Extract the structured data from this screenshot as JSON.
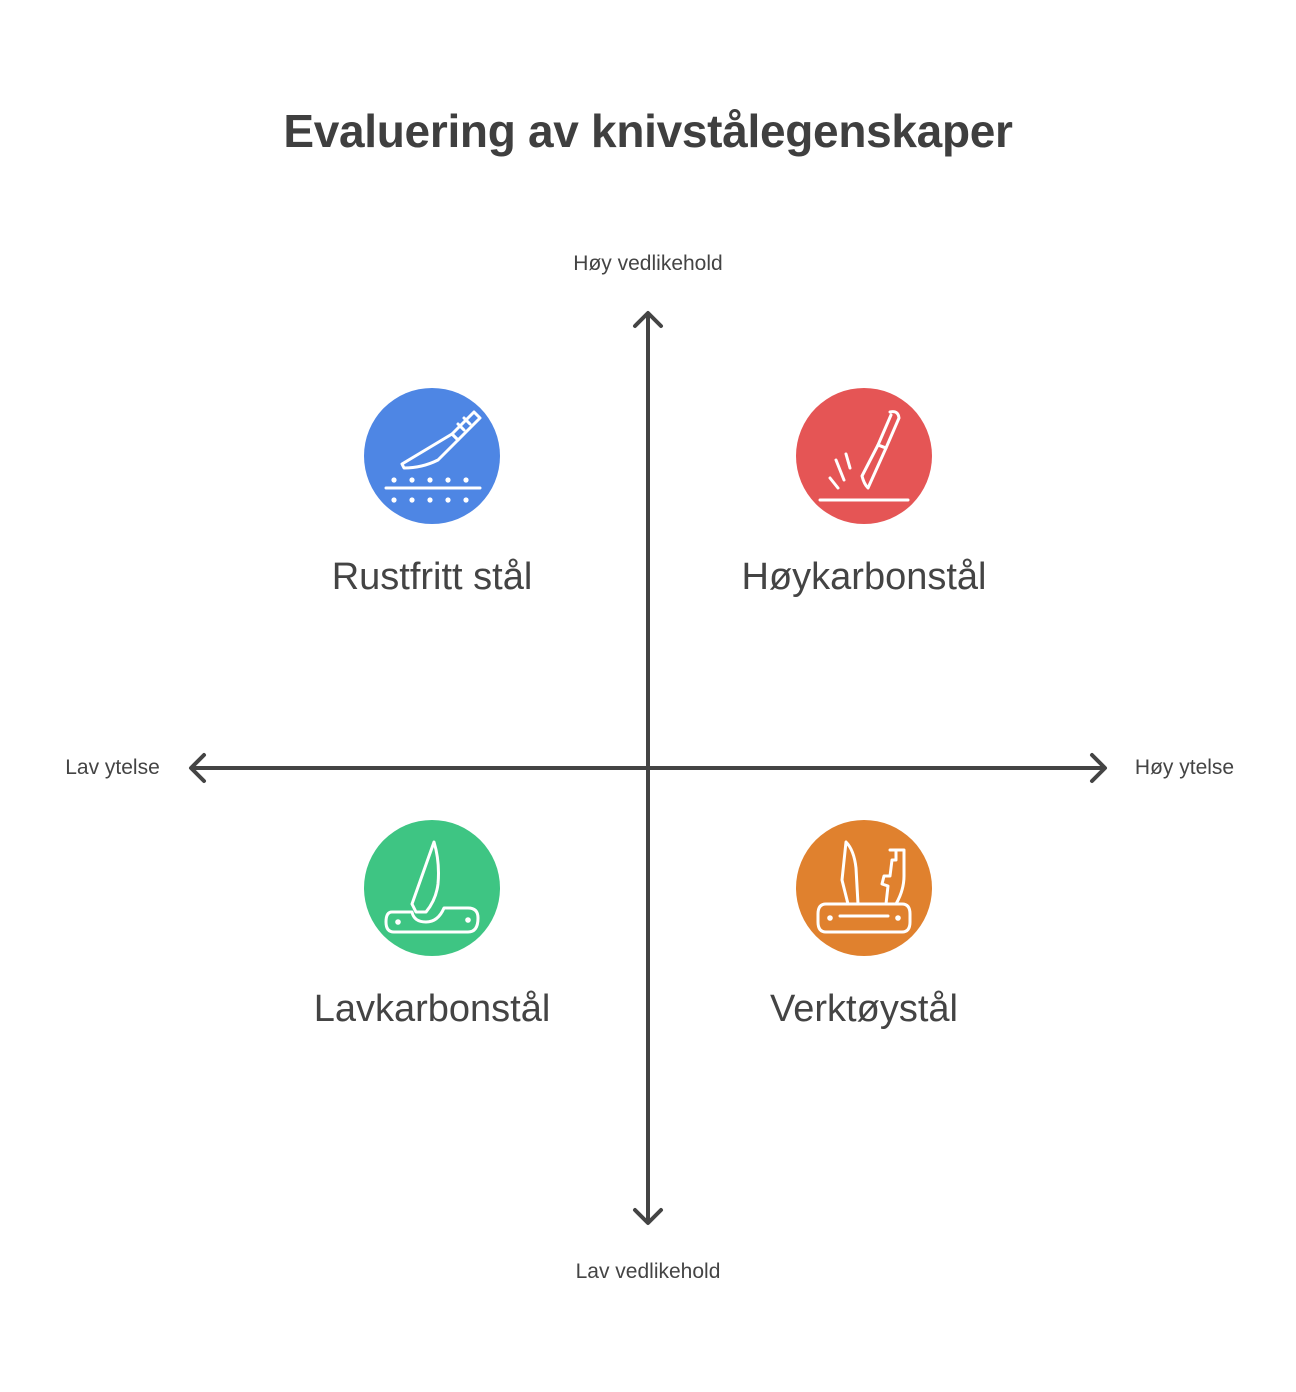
{
  "title": "Evaluering av knivstålegenskaper",
  "axes": {
    "top": "Høy vedlikehold",
    "bottom": "Lav vedlikehold",
    "left": "Lav ytelse",
    "right": "Høy ytelse"
  },
  "quadrants": [
    {
      "label": "Rustfritt stål",
      "color": "#4e86e4",
      "icon": "knife-cutting-icon"
    },
    {
      "label": "Høykarbonstål",
      "color": "#e55555",
      "icon": "knife-strike-icon"
    },
    {
      "label": "Lavkarbonstål",
      "color": "#3ec583",
      "icon": "folding-knife-icon"
    },
    {
      "label": "Verktøystål",
      "color": "#e0812e",
      "icon": "multitool-knife-icon"
    }
  ]
}
